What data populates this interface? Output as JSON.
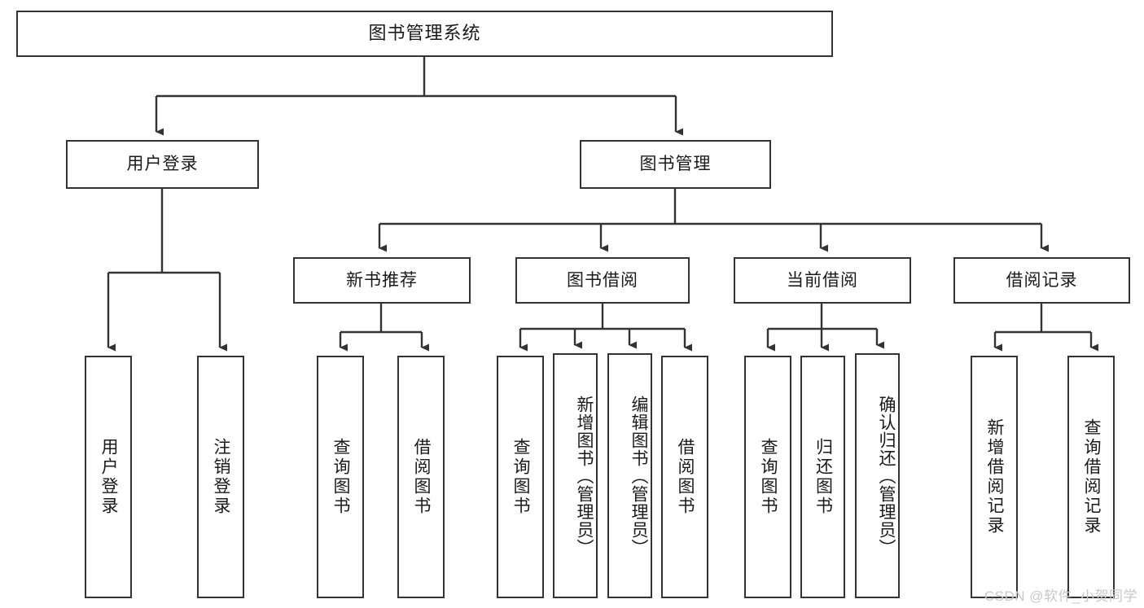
{
  "diagram": {
    "title": "图书管理系统",
    "root": {
      "label": "图书管理系统"
    },
    "level1": [
      {
        "label": "用户登录"
      },
      {
        "label": "图书管理"
      }
    ],
    "level2": [
      {
        "label": "新书推荐"
      },
      {
        "label": "图书借阅"
      },
      {
        "label": "当前借阅"
      },
      {
        "label": "借阅记录"
      }
    ],
    "leaves": {
      "user_login": [
        {
          "label": "用户登录"
        },
        {
          "label": "注销登录"
        }
      ],
      "new_book_recommend": [
        {
          "label": "查询图书"
        },
        {
          "label": "借阅图书"
        }
      ],
      "book_borrow": [
        {
          "label": "查询图书"
        },
        {
          "label": "新增图书（管理员）"
        },
        {
          "label": "编辑图书（管理员）"
        },
        {
          "label": "借阅图书"
        }
      ],
      "current_borrow": [
        {
          "label": "查询图书"
        },
        {
          "label": "归还图书"
        },
        {
          "label": "确认归还（管理员）"
        }
      ],
      "borrow_record": [
        {
          "label": "新增借阅记录"
        },
        {
          "label": "查询借阅记录"
        }
      ]
    }
  },
  "watermark": {
    "text": "CSDN @软件_小贺同学"
  },
  "colors": {
    "border": "#333333",
    "background": "#ffffff",
    "text": "#1a1a1a",
    "watermark": "#c9c9c9"
  }
}
